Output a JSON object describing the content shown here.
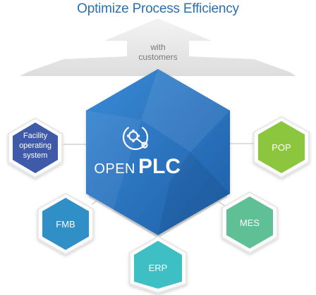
{
  "title": "Optimize Process Efficiency",
  "arrow": {
    "line1": "with",
    "line2": "customers"
  },
  "center": {
    "brand_open": "OPEN",
    "brand_plc": "PLC",
    "icon": "gear-link-icon",
    "color": "#2f7bc4"
  },
  "nodes": {
    "facility": {
      "line1": "Facility",
      "line2": "operating",
      "line3": "system",
      "color": "#3f5aa8"
    },
    "pop": {
      "label": "POP",
      "color": "#8cc63f"
    },
    "fmb": {
      "label": "FMB",
      "color": "#2f8fc6"
    },
    "mes": {
      "label": "MES",
      "color": "#5fbf95"
    },
    "erp": {
      "label": "ERP",
      "color": "#3dbfc4"
    }
  }
}
